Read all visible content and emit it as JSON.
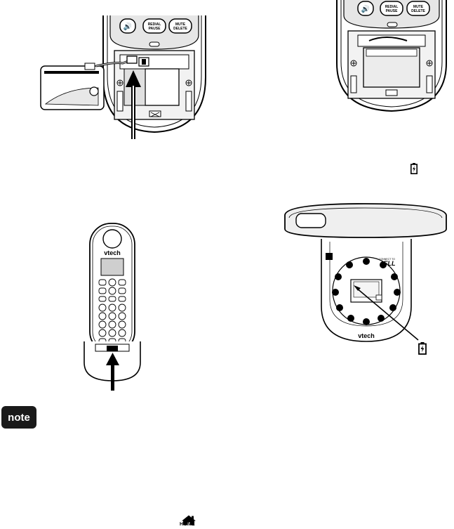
{
  "fig1": {
    "btn_speaker_icon": "speaker-icon",
    "btn_redial_l1": "REDIAL",
    "btn_redial_l2": "PAUSE",
    "btn_mute_l1": "MUTE",
    "btn_mute_l2": "DELETE"
  },
  "fig2": {
    "btn_redial_l1": "REDIAL",
    "btn_redial_l2": "PAUSE",
    "btn_mute_l1": "MUTE",
    "btn_mute_l2": "DELETE"
  },
  "fig3": {
    "brand": "vtech"
  },
  "fig4": {
    "brand": "vtech",
    "cell_prefix": "CONNECT TO",
    "cell_word": "CELL"
  },
  "note": {
    "label": "note"
  },
  "home": {
    "label": "HOME",
    "icon": "home-icon"
  },
  "battery_icon": "battery-charging-icon"
}
